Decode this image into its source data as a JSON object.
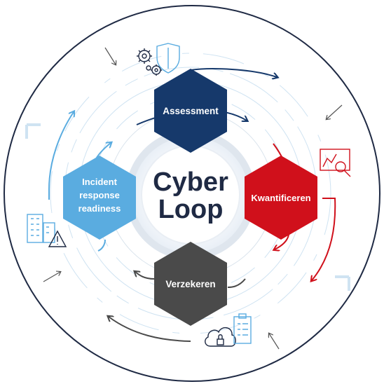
{
  "diagram": {
    "center": {
      "line1": "Cyber",
      "line2": "Loop"
    },
    "stages": {
      "assessment": {
        "label": "Assessment",
        "color": "#16396b"
      },
      "kwantificeren": {
        "label": "Kwantificeren",
        "color": "#d0101b"
      },
      "verzekeren": {
        "label": "Verzekeren",
        "color": "#4a4a4a"
      },
      "incident": {
        "line1": "Incident",
        "line2": "response",
        "line3": "readiness",
        "color": "#5aace0"
      }
    },
    "icons": [
      "gears-shield-icon",
      "chart-magnifier-icon",
      "cloud-lock-clipboard-icon",
      "buildings-warning-icon"
    ]
  }
}
